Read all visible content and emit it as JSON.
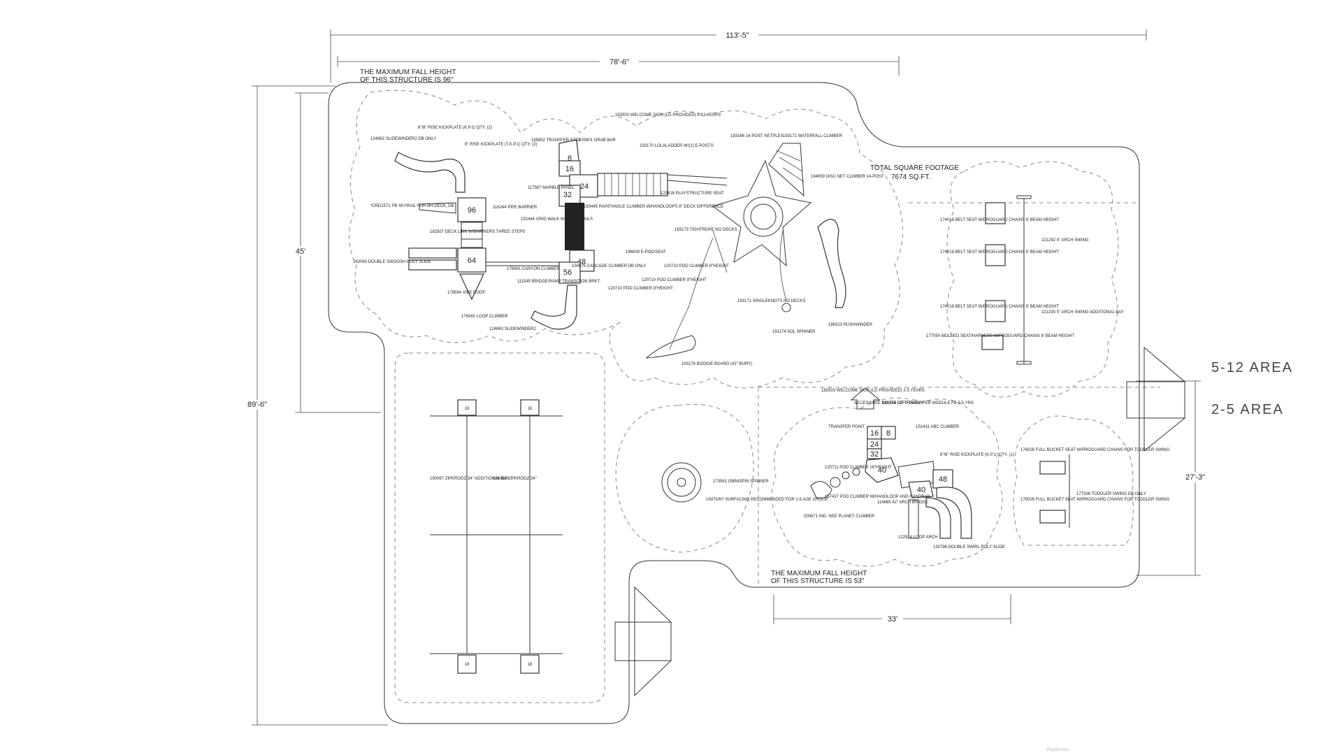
{
  "dimensions": {
    "overall_width": "113'-5\"",
    "upper_width": "78'-6\"",
    "overall_depth": "89'-6\"",
    "upper_depth": "45'",
    "toddler_depth": "27'-3\"",
    "toddler_width": "33'"
  },
  "notes": {
    "fall_height_big_1": "THE MAXIMUM FALL HEIGHT",
    "fall_height_big_2": "OF THIS STRUCTURE IS 96\"",
    "fall_height_small_1": "THE MAXIMUM FALL HEIGHT",
    "fall_height_small_2": "OF THIS STRUCTURE IS 53\"",
    "square_footage_1": "TOTAL SQUARE FOOTAGE",
    "square_footage_2": "7674 SQ.FT."
  },
  "areas": {
    "big": "5-12 AREA",
    "small": "2-5 AREA"
  },
  "deck_heights": {
    "d96": "96",
    "d64": "64",
    "d16a": "16",
    "d8": "8",
    "d24a": "24",
    "d32a": "32",
    "d48a": "48",
    "d56": "56",
    "d16b": "16",
    "d8b": "8",
    "d24b": "24",
    "d32b": "32",
    "d40a": "40",
    "d40b": "40",
    "d48b": "48",
    "b18a": "18",
    "b18b": "18",
    "b18c": "18",
    "b18d": "18"
  },
  "labels": {
    "slidewinder_top": "124863 SLIDEWINDER2 DB ONLY",
    "kickplate_1": "6\"/8\" RISE KICKPLATE (K.P.1) QTY. (2)",
    "kickplate_2": "8\" RISE KICKPLATE (T.K.P.1) QTY. (2)",
    "pipe_barrier": "116244 PIPE BARRIER",
    "skyrail": "*CRD1571 PB SKYRAIL FOR BH DECK, DB",
    "deck_link": "182507 DECK LINK W/BARRIERS THREE STEPS",
    "double_swoosh": "163060 DOUBLE SWOOSH POLY SLIDE",
    "vibe_roof": "179594 VIBE ROOF",
    "loop_climber": "176060 LOOP CLIMBER",
    "slidewinder_bottom": "124863 SLIDEWINDER2",
    "transfer_step": "185852 TRANSFER STEP",
    "grab_bar": "120901 GRAB BAR",
    "marble_panel": "117567 MARBLE PANEL",
    "rainstacle": "183445 RAINTANGLE CLIMBER W/HANDLOOPS 8\" DECK DIFFERENCE",
    "grid_walk": "152444 GRID WALK W/GUARDRAILS",
    "canyon_climber": "176061 CANYON CLIMBER",
    "bridge_ramp": "111545 BRIDGE/RAMP TRANSITION BRKT.",
    "cascade_climber": "150875 CASCADE CLIMBER DB ONLY",
    "welcome_top": "182503 WELCOME SIGN (LG PROVIDED) 5-12 YEARS",
    "loop_ladder": "193170 LOLALADDER W/(2) E-POSTS",
    "playstructure_seat": "120818 PLAYSTRUCTURE SEAT",
    "netplex": "193166 14-POST NETPLEX",
    "waterfall": "193172 WATERFALL CLIMBER",
    "disc_net": "194659 DISC NET CLIMBER 14-POST",
    "tightrope": "193173 TIGHTROPE NO DECKS",
    "e_pod": "196839 E-POD/SEAT",
    "pod_climber_1": "120710 POD CLIMBER 8\"HEIGHT",
    "pod_climber_2": "120710 POD CLIMBER 8\"HEIGHT",
    "pod_climber_3": "120710 POD CLIMBER 8\"HEIGHT",
    "singleknots": "193171 SINGLEKNOTS NO DECKS",
    "sol_spinner": "191174 SOL SPINNER",
    "rushwinder": "186313 RUSHWINDER",
    "boogie_board": "193176 BOOGIE BOARD (42\" BURY)",
    "belt_seat_1": "174018 BELT SEAT W/PROGUARD CHAINS 8' BEAM HEIGHT",
    "belt_seat_2": "174018 BELT SEAT W/PROGUARD CHAINS 8' BEAM HEIGHT",
    "belt_seat_3": "174018 BELT SEAT W/PROGUARD CHAINS 8' BEAM HEIGHT",
    "molded_seat": "177050 MOLDED SEAT/HARNESS W/PROGUARD CHAINS 8' BEAM HEIGHT",
    "arch_swing": "221292 5\" ARCH SWING",
    "arch_swing_add": "221293 5\" ARCH SWING ADDITIONAL BAY",
    "zipkrooz_add": "190067 ZIPKROOZ 34\" ADDITIONAL BAY",
    "zipkrooz": "194063 ZIPKROOZ 34\"",
    "omnispin": "173561 OMNISPIN SPINNER",
    "unitary": "UNITARY SURFACING RECOMMENDED FOR 2-5 AGE GROUP",
    "welcome_small": "182503 WELCOME SIGN (LG PROVIDED) 2-5 YEARS",
    "accessible_route": "ACCESSIBLE ROUTE OF TRAVEL",
    "left_transfer": "184354 LEFT TRANSFER MODULE FB 2-5 YRS",
    "abc_climber": "152431 ABC CLIMBER",
    "transfer_point": "TRANSFER POINT",
    "kickplate_small": "6\"/8\" RISE KICKPLATE (K.P.1) QTY. (1)",
    "pod_climber_16": "120711 POD CLIMBER 16\"HEIGHT",
    "pod_climber_handloop": "157427 POD CLIMBER W/HANDLOOP AND HANDRAIL",
    "arch_bridge": "114665 42\" ARCH BRIDGE",
    "ind_planet": "200671 IND. NEE PLANET CLIMBER",
    "loop_arch": "122914 LOOP ARCH",
    "double_swirl": "130796 DOUBLE SWIRL POLY SLIDE",
    "bucket_seat_1": "176026 FULL BUCKET SEAT W/PROGUARD CHAINS FOR TODDLER SWING",
    "bucket_seat_2": "176026 FULL BUCKET SEAT W/PROGUARD CHAINS FOR TODDLER SWING",
    "toddler_swing": "177336 TODDLER SWING DB ONLY"
  },
  "watermark": "PlayBooster"
}
